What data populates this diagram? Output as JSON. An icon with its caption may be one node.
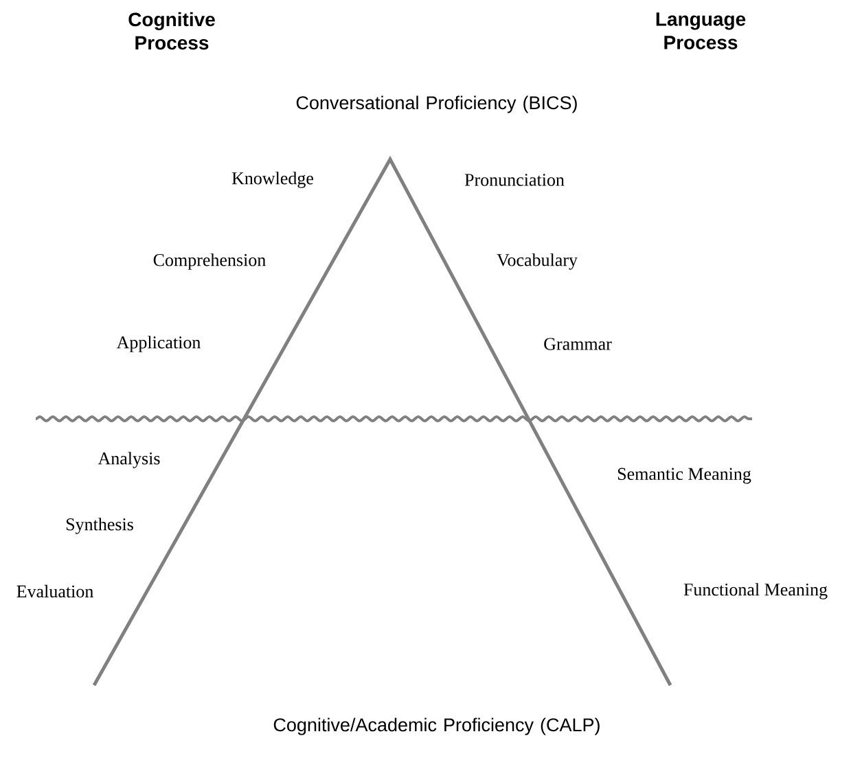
{
  "diagram": {
    "labels": [
      "Cognitive Process",
      "Language Process",
      "Conversational Proficiency (BICS)",
      "Knowledge",
      "Pronunciation",
      "Comprehension",
      "Vocabulary",
      "Application",
      "Grammar",
      "Analysis",
      "Semantic Meaning",
      "Synthesis",
      "Evaluation",
      "Functional Meaning",
      "Cognitive/Academic Proficiency (CALP)"
    ]
  }
}
